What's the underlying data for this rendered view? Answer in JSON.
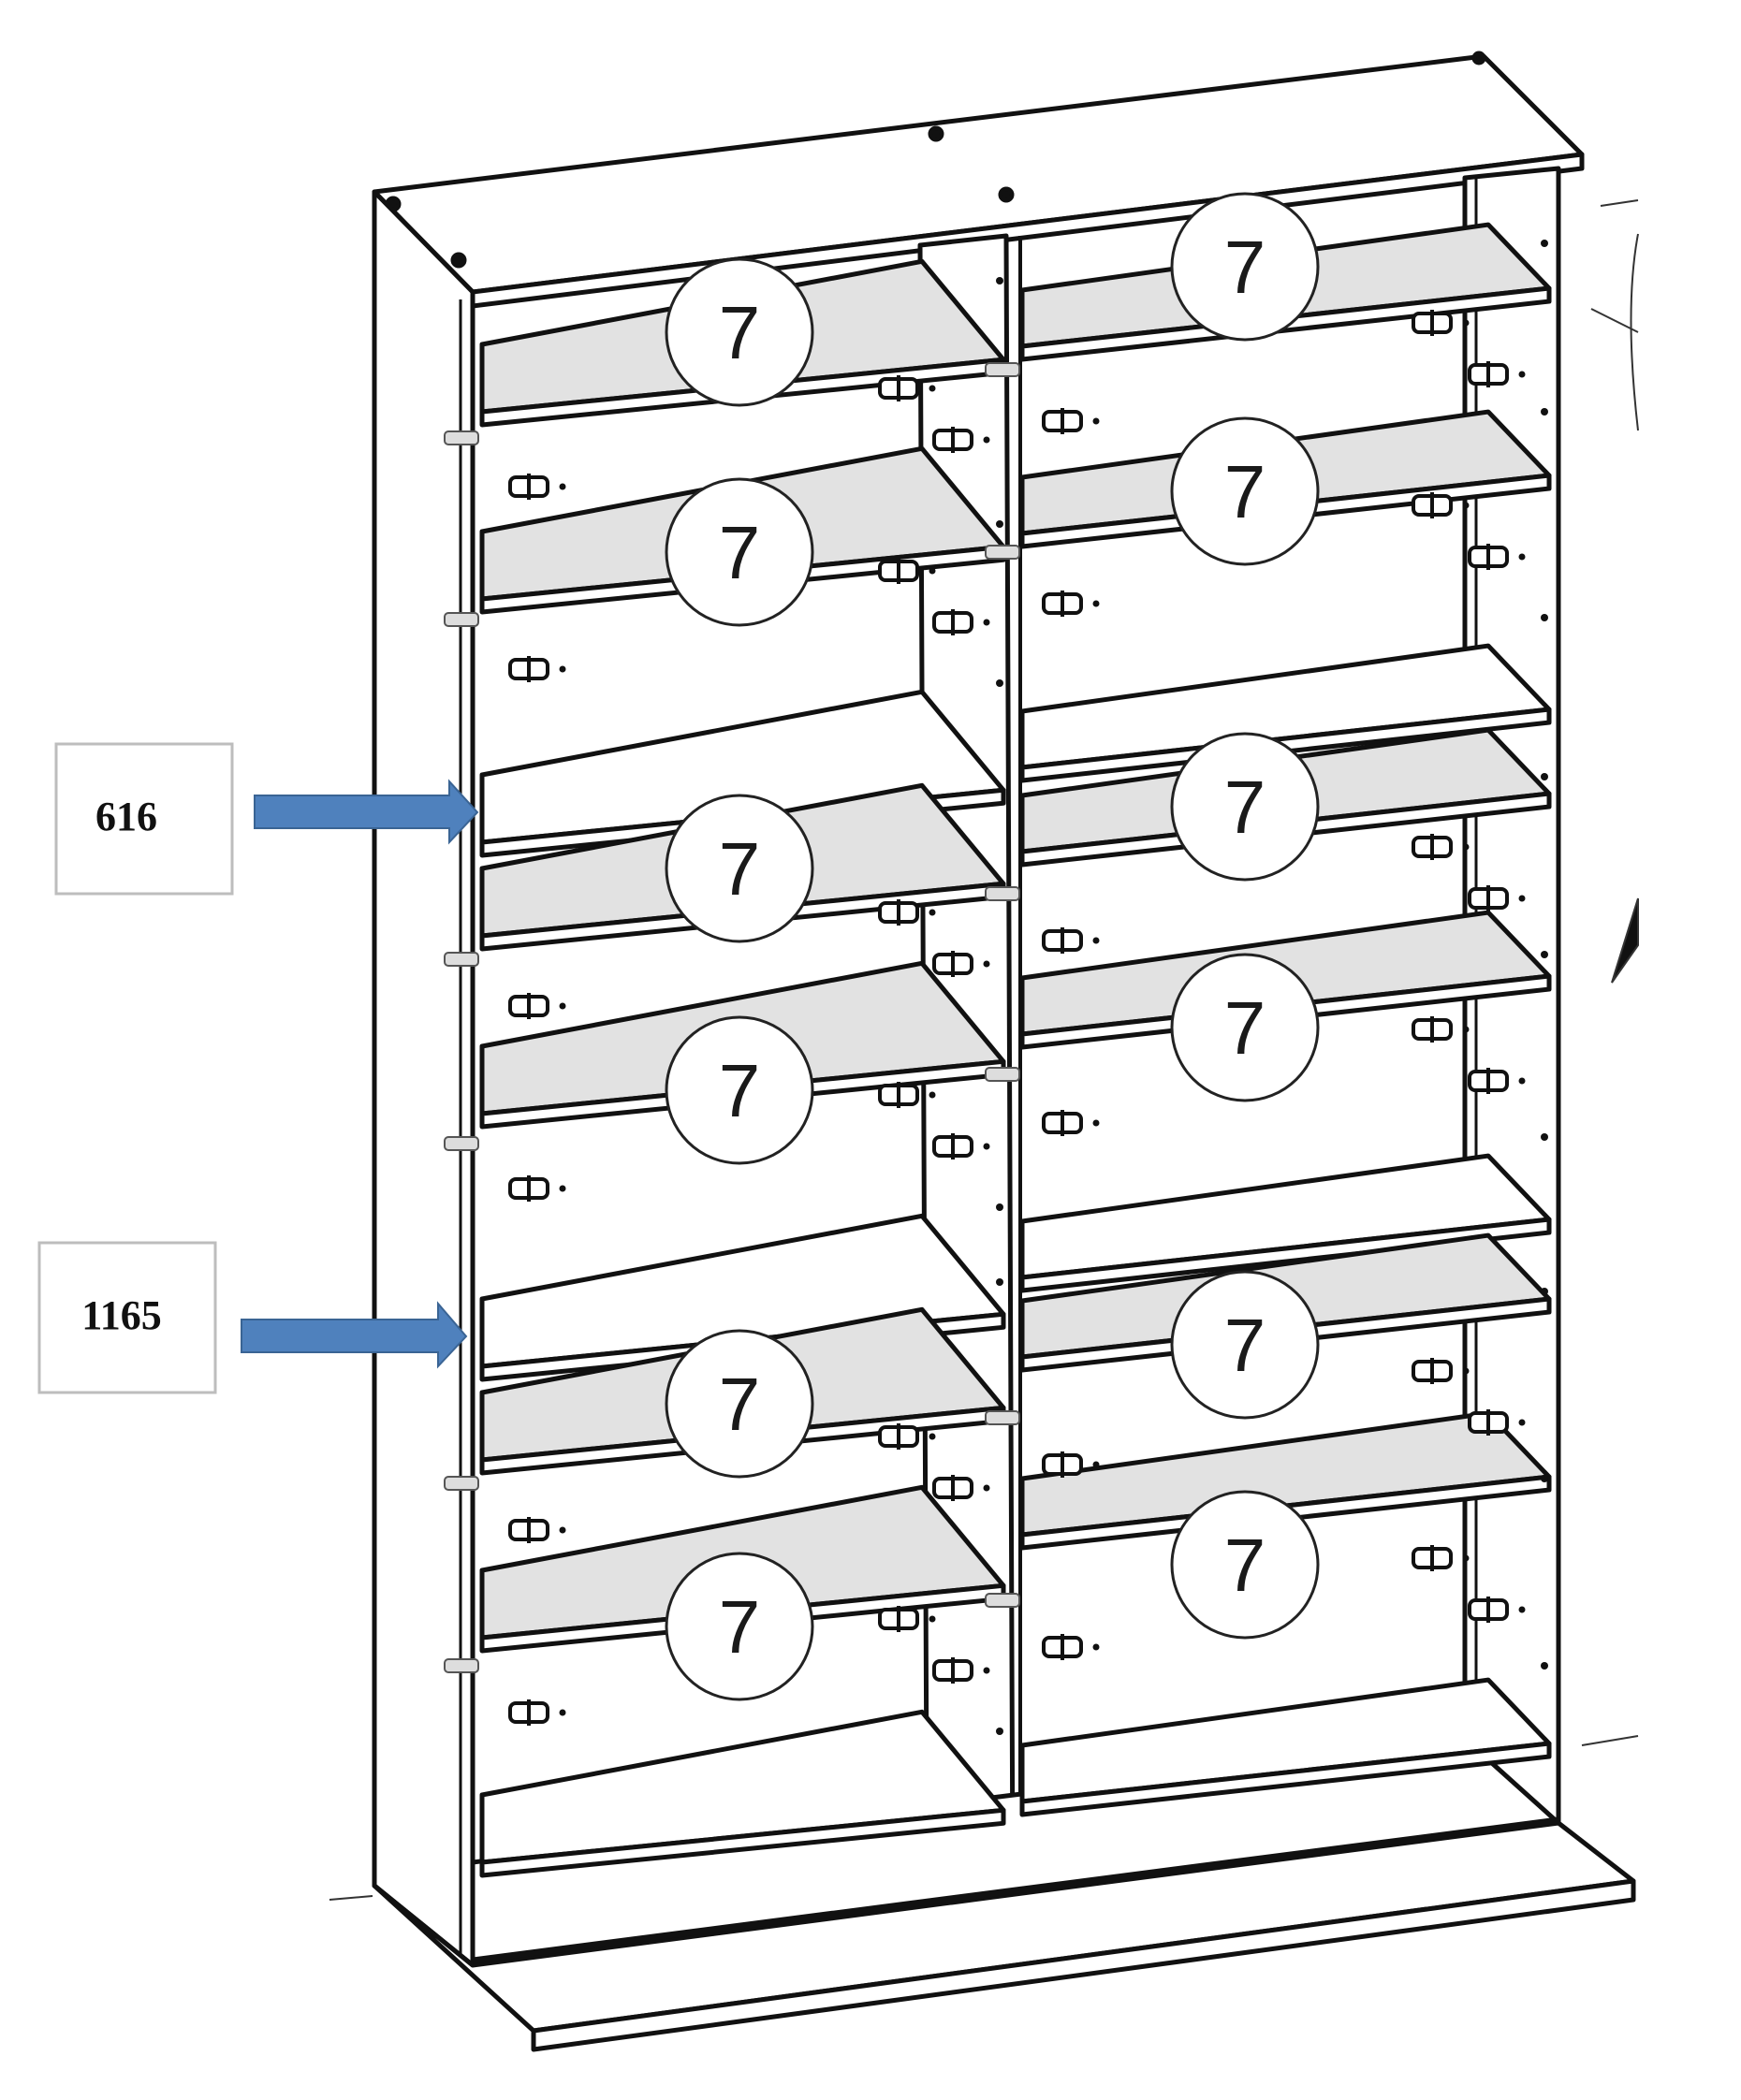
{
  "dimension_labels": [
    {
      "text": "616",
      "arrow_color": "#4f81bd"
    },
    {
      "text": "1165",
      "arrow_color": "#4f81bd"
    }
  ],
  "part_number": "7",
  "colors": {
    "line": "#111111",
    "shelf_fill": "#e2e2e2",
    "panel_fill": "#ffffff",
    "badge_stroke": "#222222",
    "label_border": "#bdbdbd",
    "arrow": "#4f81bd"
  }
}
